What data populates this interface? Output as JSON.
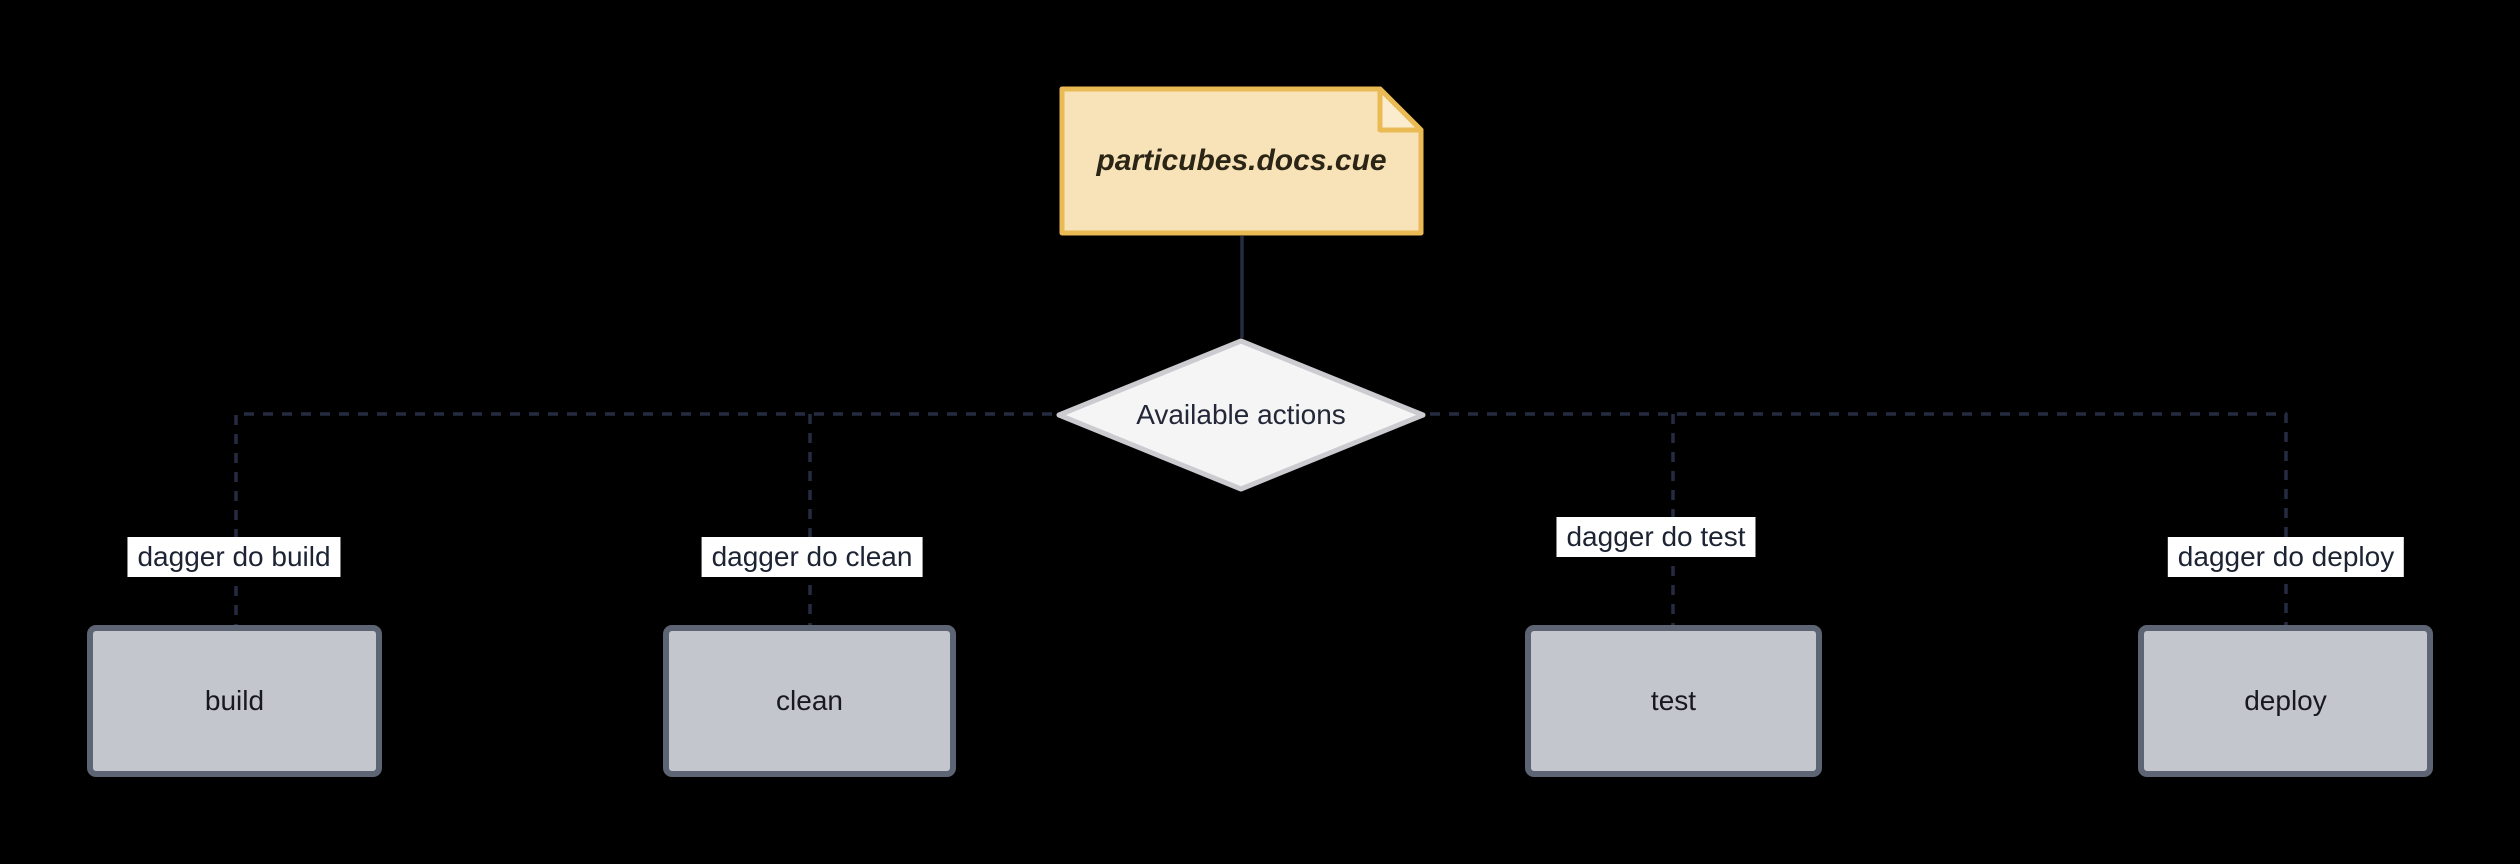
{
  "note": {
    "label": "particubes.docs.cue"
  },
  "decision": {
    "label": "Available actions"
  },
  "edges": [
    {
      "label": "dagger do build",
      "target": "build"
    },
    {
      "label": "dagger do clean",
      "target": "clean"
    },
    {
      "label": "dagger do test",
      "target": "test"
    },
    {
      "label": "dagger do deploy",
      "target": "deploy"
    }
  ],
  "colors": {
    "background": "#000000",
    "edge-line": "#252b40",
    "note-fill": "#f8e2b8",
    "note-border": "#eaba55",
    "note-fold-fill": "#fbeccd",
    "note-text": "#2b2516",
    "decision-fill": "#f5f5f6",
    "decision-border": "#cbcbd0",
    "decision-text": "#232838",
    "node-fill": "#c3c6cc",
    "node-border": "#5d6474",
    "node-text": "#17191f",
    "edge-label-bg": "#ffffff",
    "edge-label-text": "#1c2333"
  }
}
